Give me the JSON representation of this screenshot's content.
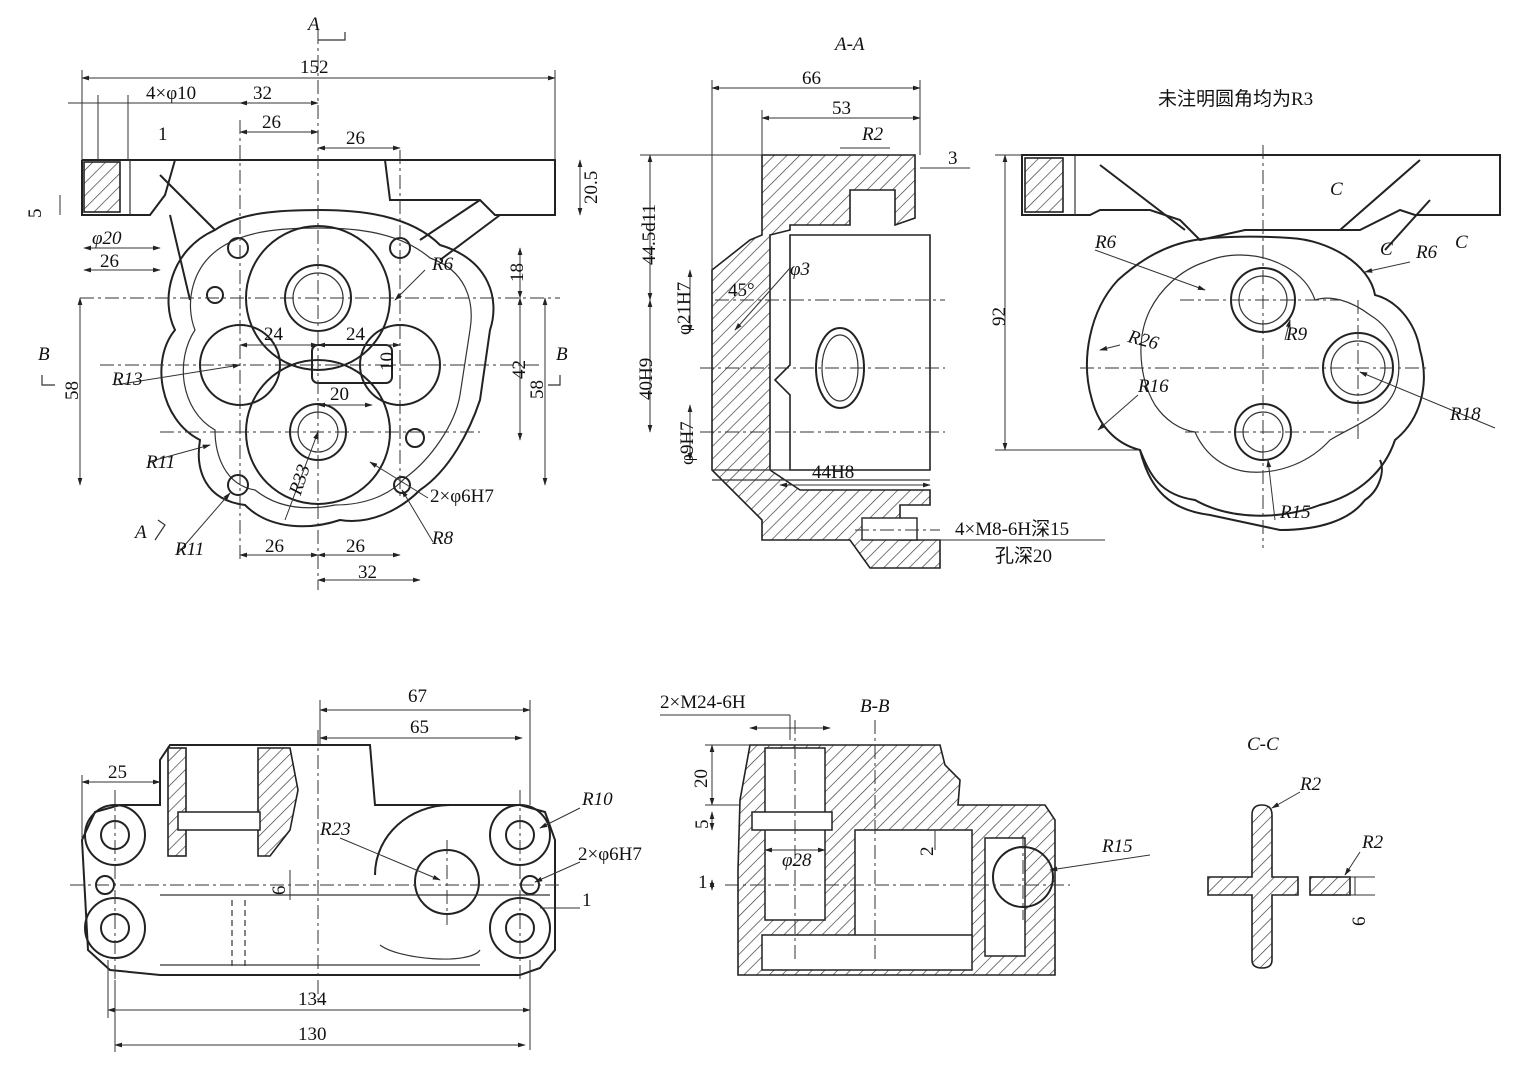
{
  "views": {
    "front": {
      "section_marks": [
        "A",
        "A",
        "B",
        "B"
      ],
      "dims": {
        "overall_width": "152",
        "holes": "4×φ10",
        "d32_top": "32",
        "d26_a": "26",
        "d26_b": "26",
        "d1": "1",
        "d5": "5",
        "phi20": "φ20",
        "d26_left": "26",
        "d20_5": "20.5",
        "r6": "R6",
        "d18": "18",
        "d24_a": "24",
        "d24_b": "24",
        "r13": "R13",
        "d10": "10",
        "d20": "20",
        "d42": "42",
        "d58_right": "58",
        "d58_left": "58",
        "r11_a": "R11",
        "r33": "R33",
        "pin_holes": "2×φ6H7",
        "r11_b": "R11",
        "d26_c": "26",
        "d26_d": "26",
        "r8": "R8",
        "d32_bottom": "32"
      }
    },
    "section_aa": {
      "title": "A-A",
      "dims": {
        "d66": "66",
        "d53": "53",
        "r2": "R2",
        "d3": "3",
        "d44_5": "44.5d11",
        "phi21": "φ21H7",
        "a45": "45°",
        "phi3": "φ3",
        "d40": "40H9",
        "phi9": "φ9H7",
        "d44h8": "44H8",
        "thread": "4×M8-6H深15",
        "hole_depth": "孔深20"
      }
    },
    "rear": {
      "note": "未注明圆角均为R3",
      "dims": {
        "c_a": "C",
        "c_b": "C",
        "c_c": "C",
        "r6_a": "R6",
        "r6_b": "R6",
        "d92": "92",
        "r26": "R26",
        "r9": "R9",
        "r16": "R16",
        "r18": "R18",
        "r15": "R15"
      }
    },
    "bottom": {
      "dims": {
        "d67": "67",
        "d65": "65",
        "d25": "25",
        "r10": "R10",
        "r23": "R23",
        "pin_holes": "2×φ6H7",
        "d6": "6",
        "d1": "1",
        "d134": "134",
        "d130": "130"
      }
    },
    "section_bb": {
      "title": "B-B",
      "dims": {
        "thread": "2×M24-6H",
        "d20": "20",
        "d5": "5",
        "d1": "1",
        "phi28": "φ28",
        "d2": "2",
        "r15": "R15"
      }
    },
    "section_cc": {
      "title": "C-C",
      "dims": {
        "r2_a": "R2",
        "r2_b": "R2",
        "d6": "6"
      }
    }
  }
}
